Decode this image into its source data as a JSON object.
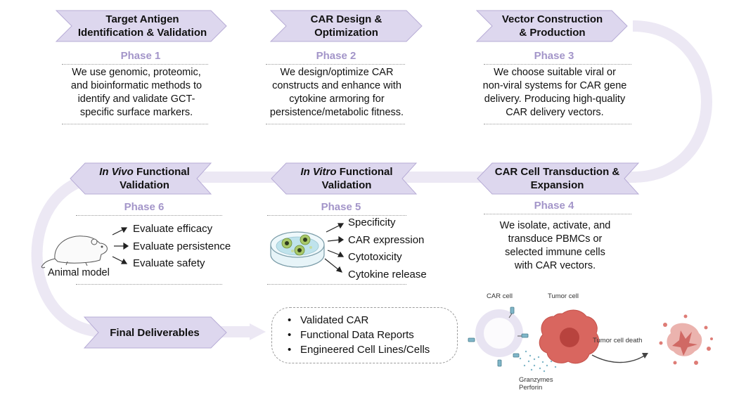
{
  "top_row": [
    {
      "title_lines": [
        "Target Antigen",
        "Identification & Validation"
      ],
      "phase": "Phase 1",
      "desc_lines": [
        "We use genomic, proteomic,",
        "and bioinformatic methods to",
        "identify and validate GCT-",
        "specific surface markers."
      ]
    },
    {
      "title_lines": [
        "CAR Design &",
        "Optimization"
      ],
      "phase": "Phase 2",
      "desc_lines": [
        "We design/optimize CAR",
        "constructs and enhance with",
        "cytokine armoring for",
        "persistence/metabolic fitness."
      ]
    },
    {
      "title_lines": [
        "Vector Construction",
        "& Production"
      ],
      "phase": "Phase 3",
      "desc_lines": [
        "We choose suitable viral or",
        "non-viral systems for CAR gene",
        "delivery. Producing high-quality",
        "CAR delivery vectors."
      ]
    }
  ],
  "middle_row": [
    {
      "title_italic": "In Vivo",
      "title_rest": " Functional",
      "title_line2": "Validation",
      "phase": "Phase 6",
      "list": [
        "Evaluate efficacy",
        "Evaluate persistence",
        "Evaluate safety"
      ],
      "image_label": "Animal model"
    },
    {
      "title_italic": "In Vitro",
      "title_rest": " Functional",
      "title_line2": "Validation",
      "phase": "Phase 5",
      "list": [
        "Specificity",
        "CAR expression",
        "Cytotoxicity",
        "Cytokine release"
      ]
    },
    {
      "title_lines": [
        "CAR Cell Transduction &",
        "Expansion"
      ],
      "phase": "Phase 4",
      "desc_lines": [
        "We isolate, activate, and",
        "transduce PBMCs or",
        "selected immune cells",
        "with CAR vectors."
      ]
    }
  ],
  "final": {
    "title": "Final Deliverables",
    "items": [
      "Validated CAR",
      "Functional Data Reports",
      "Engineered Cell Lines/Cells"
    ]
  },
  "illustration": {
    "car_cell_label": "CAR cell",
    "tumor_cell_label": "Tumor cell",
    "death_label": "Tumor cell death",
    "granzymes_label": "Granzymes",
    "perforin_label": "Perforin"
  },
  "colors": {
    "chevron_fill": "#ddd7ee",
    "chevron_stroke": "#b7acd6",
    "track": "#ece8f4",
    "phase_text": "#a395c9",
    "tumor": "#d9665f"
  }
}
